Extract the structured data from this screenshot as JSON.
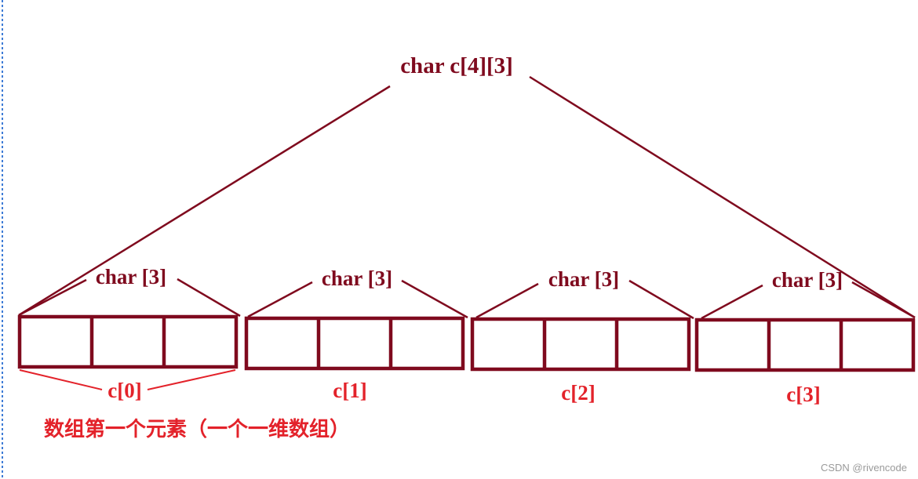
{
  "title": "char c[4][3]",
  "colors": {
    "structure": "#7f0a1e",
    "highlight": "#e3222a",
    "left_border": "#3d7bd6",
    "watermark": "#9a9a9a",
    "background": "#ffffff"
  },
  "groups": [
    {
      "type_label": "char [3]",
      "index_label": "c[0]",
      "highlighted": true
    },
    {
      "type_label": "char [3]",
      "index_label": "c[1]",
      "highlighted": false
    },
    {
      "type_label": "char [3]",
      "index_label": "c[2]",
      "highlighted": false
    },
    {
      "type_label": "char [3]",
      "index_label": "c[3]",
      "highlighted": false
    }
  ],
  "cells_per_group": 3,
  "annotation": "数组第一个元素（一个一维数组）",
  "watermark": "CSDN @rivencode"
}
